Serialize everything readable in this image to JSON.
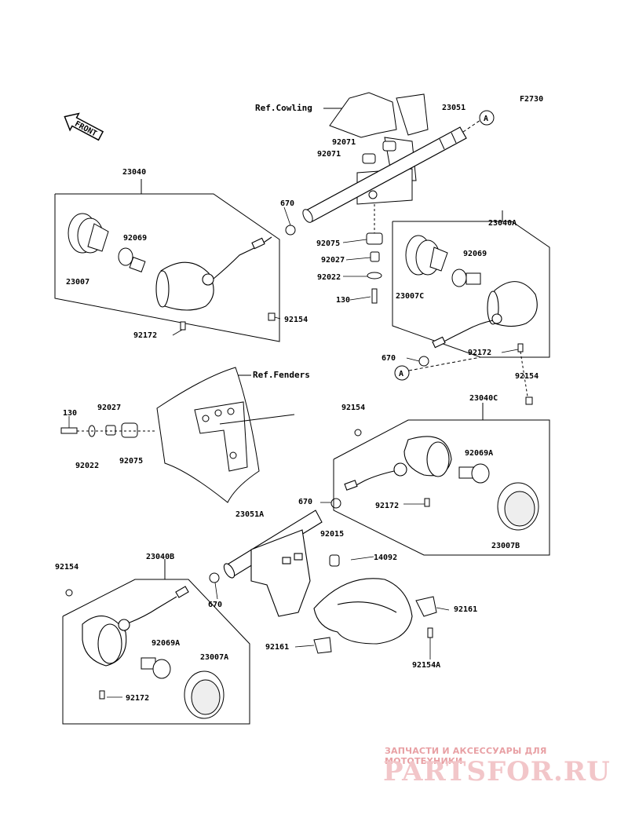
{
  "figure_code": "F2730",
  "front_label": "FRONT",
  "refs": {
    "cowling": "Ref.Cowling",
    "fenders": "Ref.Fenders"
  },
  "parts": {
    "p23051": "23051",
    "p92071a": "92071",
    "p92071b": "92071",
    "p23040": "23040",
    "p670a": "670",
    "p92069": "92069",
    "p23007": "23007",
    "p92154a": "92154",
    "p92172a": "92172",
    "p92075a": "92075",
    "p92027a": "92027",
    "p92022a": "92022",
    "p130a": "130",
    "p23040A": "23040A",
    "p92069b": "92069",
    "p23007C": "23007C",
    "p92172b": "92172",
    "p670b": "670",
    "p92154b": "92154",
    "p130b": "130",
    "p92027b": "92027",
    "p92022b": "92022",
    "p92075b": "92075",
    "p92154c": "92154",
    "p23040C": "23040C",
    "p92069A": "92069A",
    "p92172c": "92172",
    "p670c": "670",
    "p23007B": "23007B",
    "p23051A": "23051A",
    "p92015": "92015",
    "p14092": "14092",
    "p92154d": "92154",
    "p23040B": "23040B",
    "p670d": "670",
    "p92161a": "92161",
    "p92161b": "92161",
    "p92154A": "92154A",
    "p92069A2": "92069A",
    "p23007A": "23007A",
    "p92172d": "92172"
  },
  "callouts": {
    "a1": "A",
    "a2": "A"
  },
  "watermark": {
    "tagline": "ЗАПЧАСТИ И АКСЕССУАРЫ ДЛЯ МОТОТЕХНИКИ",
    "brand": "PARTSFOR.RU"
  }
}
